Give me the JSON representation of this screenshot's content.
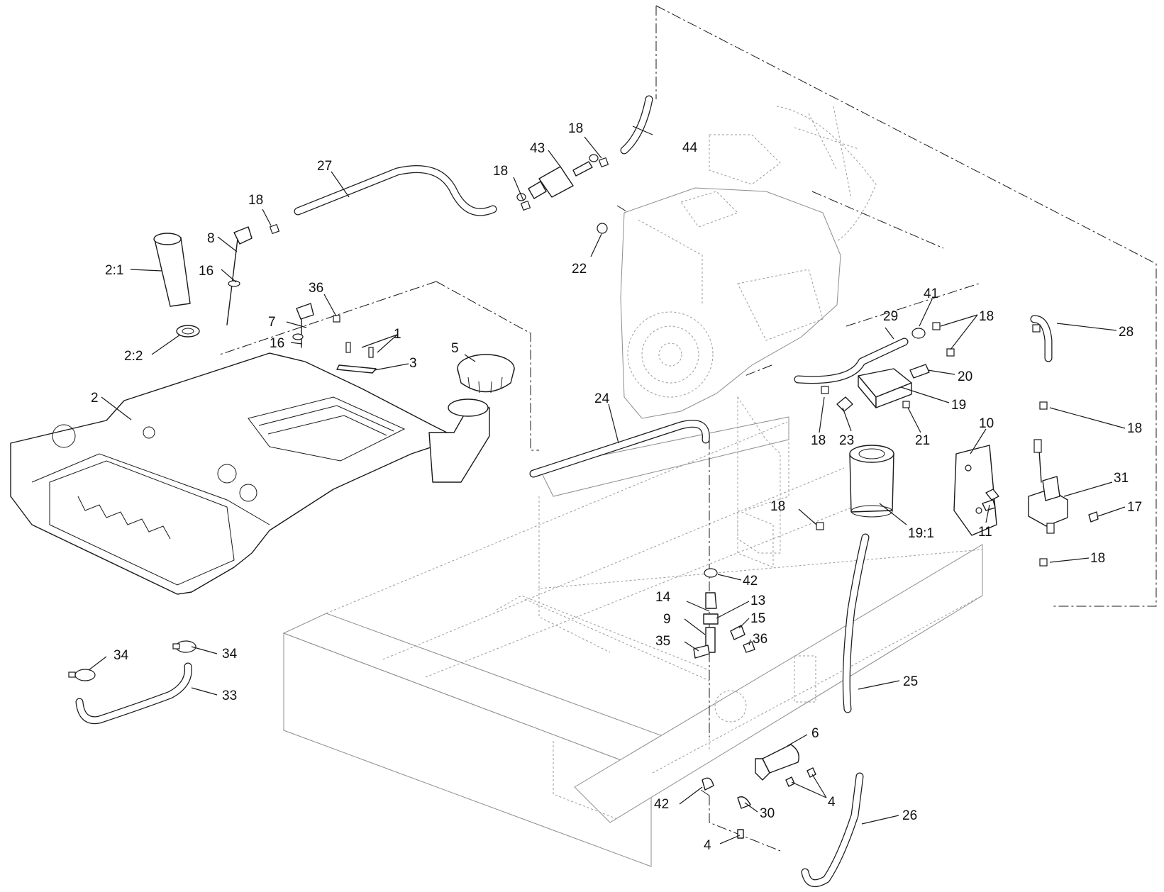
{
  "diagram": {
    "callouts": [
      "2:1",
      "2:2",
      "2",
      "16",
      "8",
      "18",
      "27",
      "18",
      "43",
      "18",
      "44",
      "22",
      "36",
      "7",
      "16",
      "1",
      "3",
      "5",
      "24",
      "29",
      "41",
      "18",
      "28",
      "20",
      "19",
      "18",
      "23",
      "21",
      "18",
      "10",
      "19:1",
      "11",
      "31",
      "17",
      "18",
      "18",
      "42",
      "14",
      "13",
      "9",
      "15",
      "35",
      "36",
      "34",
      "34",
      "33",
      "25",
      "6",
      "4",
      "42",
      "30",
      "4",
      "26"
    ]
  }
}
